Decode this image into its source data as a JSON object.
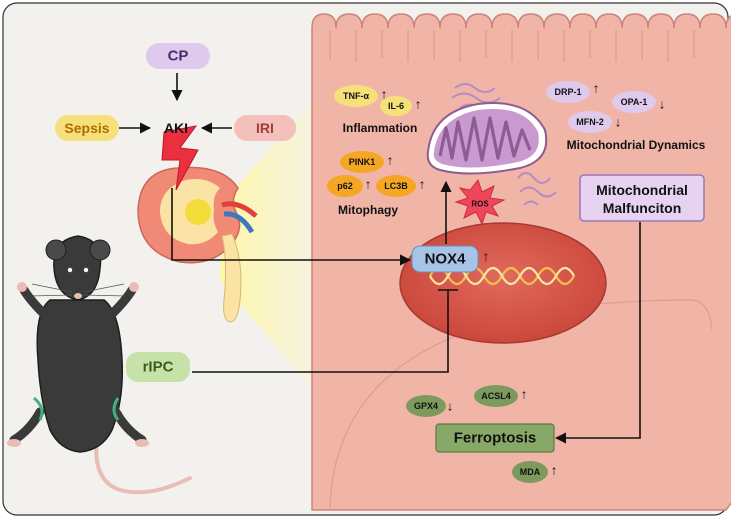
{
  "inputs": {
    "cp": "CP",
    "sepsis": "Sepsis",
    "iri": "IRI",
    "aki": "AKI",
    "ripc": "rIPC"
  },
  "inflammation": {
    "tnf": "TNF-α",
    "il6": "IL-6",
    "label": "Inflammation",
    "arrow_up": "↑"
  },
  "mitophagy": {
    "pink1": "PINK1",
    "p62": "p62",
    "lc3b": "LC3B",
    "label": "Mitophagy",
    "arrow_up": "↑"
  },
  "dynamics": {
    "drp1": "DRP-1",
    "opa1": "OPA-1",
    "mfn2": "MFN-2",
    "label": "Mitochondrial Dynamics",
    "arrow_up": "↑",
    "arrow_down": "↓"
  },
  "ros": "ROS",
  "nox4": {
    "label": "NOX4",
    "arrow_up": "↑"
  },
  "malfunction": {
    "line1": "Mitochondrial",
    "line2": "Malfunciton"
  },
  "ferroptosis": {
    "label": "Ferroptosis",
    "gpx4": "GPX4",
    "acsl4": "ACSL4",
    "mda": "MDA",
    "arrow_up": "↑",
    "arrow_down": "↓"
  },
  "colors": {
    "background": "#f3f1ee",
    "cell": "#f1b5a8",
    "nucleus": "#d9584c",
    "mito": "#8e5b93",
    "yellow_pill": "#f6e07a",
    "orange_pill": "#f5a623",
    "lavender_pill": "#dfc9ec",
    "green_pill": "#7d9a5d",
    "nox4": "#a7c3e6",
    "aki_red": "#ec2f3e",
    "ros_red": "#f0465a"
  }
}
